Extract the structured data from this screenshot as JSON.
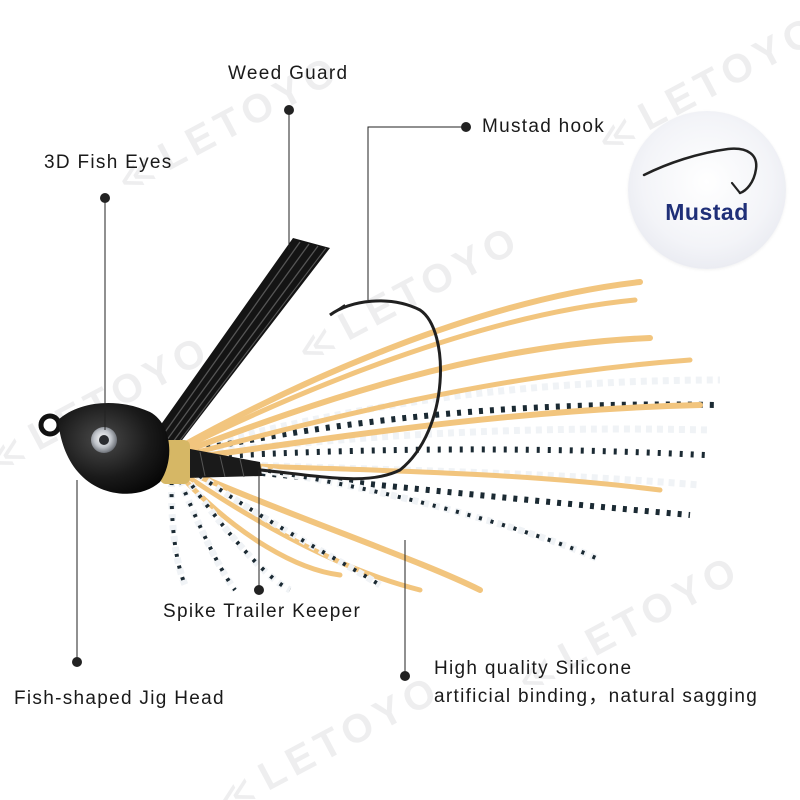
{
  "labels": {
    "weed_guard": "Weed Guard",
    "mustad_hook": "Mustad hook",
    "fish_eyes": "3D Fish Eyes",
    "spike_keeper": "Spike Trailer Keeper",
    "jig_head": "Fish-shaped Jig Head",
    "silicone_line1": "High quality Silicone",
    "silicone_line2": "artificial binding，natural sagging"
  },
  "badge": {
    "brand": "Mustad"
  },
  "watermark": {
    "brand": "LETOYO"
  },
  "colors": {
    "brand_blue": "#1f2f78",
    "skirt_orange": "#f2c57e",
    "jig_black": "#151515",
    "callout_line": "#222222"
  }
}
